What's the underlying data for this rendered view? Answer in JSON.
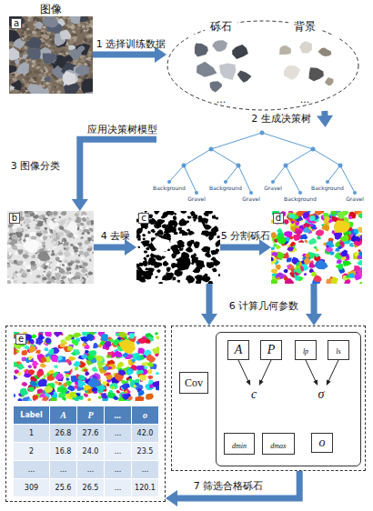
{
  "diagram": {
    "nodes": [
      {
        "text": [
          "图像",
          "a"
        ]
      },
      {
        "text": []
      },
      {
        "text": [
          "砾石",
          "..."
        ],
        "in": 1
      },
      {
        "text": [
          "背景",
          "..."
        ],
        "in": 1
      },
      {
        "text": [
          "Background",
          "Gravel",
          "Background",
          "Gravel",
          "Gravel",
          "Background",
          "Background",
          "Gravel"
        ]
      },
      {
        "text": [
          "b"
        ]
      },
      {
        "text": [
          "c"
        ]
      },
      {
        "text": [
          "d"
        ]
      },
      {
        "text": []
      },
      {
        "text": [
          "Cov"
        ],
        "in": 8
      },
      {
        "text": [],
        "in": 8
      },
      {
        "text": [
          "A"
        ],
        "in": 10
      },
      {
        "text": [
          "P"
        ],
        "in": 10
      },
      {
        "text": [
          "lp"
        ],
        "in": 10
      },
      {
        "text": [
          "ls"
        ],
        "in": 10
      },
      {
        "text": [
          "c"
        ],
        "in": 10
      },
      {
        "text": [
          "σ"
        ],
        "in": 10
      },
      {
        "text": [
          "dmin"
        ],
        "in": 10
      },
      {
        "text": [
          "dmax"
        ],
        "in": 10
      },
      {
        "text": [
          "o"
        ],
        "in": 10
      },
      {
        "text": []
      },
      {
        "text": [
          "e"
        ],
        "in": 20
      }
    ],
    "edges": [
      {
        "from": 0,
        "to": 1,
        "arrow": "to",
        "label": "1 选择训练数据"
      },
      {
        "from": 1,
        "to": 4,
        "arrow": "to",
        "label": "2 生成决策树"
      },
      {
        "from": 4,
        "to": 5,
        "arrow": "to",
        "label": "3 图像分类"
      },
      {
        "from": 5,
        "to": 6,
        "arrow": "to",
        "label": "4 去噪"
      },
      {
        "from": 6,
        "to": 7,
        "arrow": "to",
        "label": "5 分割砾石"
      },
      {
        "from": 6,
        "to": 8,
        "arrow": "to",
        "label": "6 计算几何参数"
      },
      {
        "from": 7,
        "to": 8,
        "arrow": "to"
      },
      {
        "from": 8,
        "to": 20,
        "arrow": "to",
        "label": "7 筛选合格砾石"
      },
      {
        "from": 11,
        "to": 15,
        "arrow": "to"
      },
      {
        "from": 12,
        "to": 15,
        "arrow": "to"
      },
      {
        "from": 13,
        "to": 16,
        "arrow": "to"
      },
      {
        "from": 14,
        "to": 16,
        "arrow": "to"
      }
    ],
    "labels": [
      "应用决策树模型",
      "Label",
      "A",
      "P",
      "...",
      "o",
      "1",
      "26.8",
      "27.6",
      "...",
      "42.0",
      "2",
      "16.8",
      "24.0",
      "...",
      "23.5",
      "...",
      "...",
      "...",
      "...",
      "...",
      "309",
      "25.6",
      "26.5",
      "...",
      "120.1"
    ]
  }
}
